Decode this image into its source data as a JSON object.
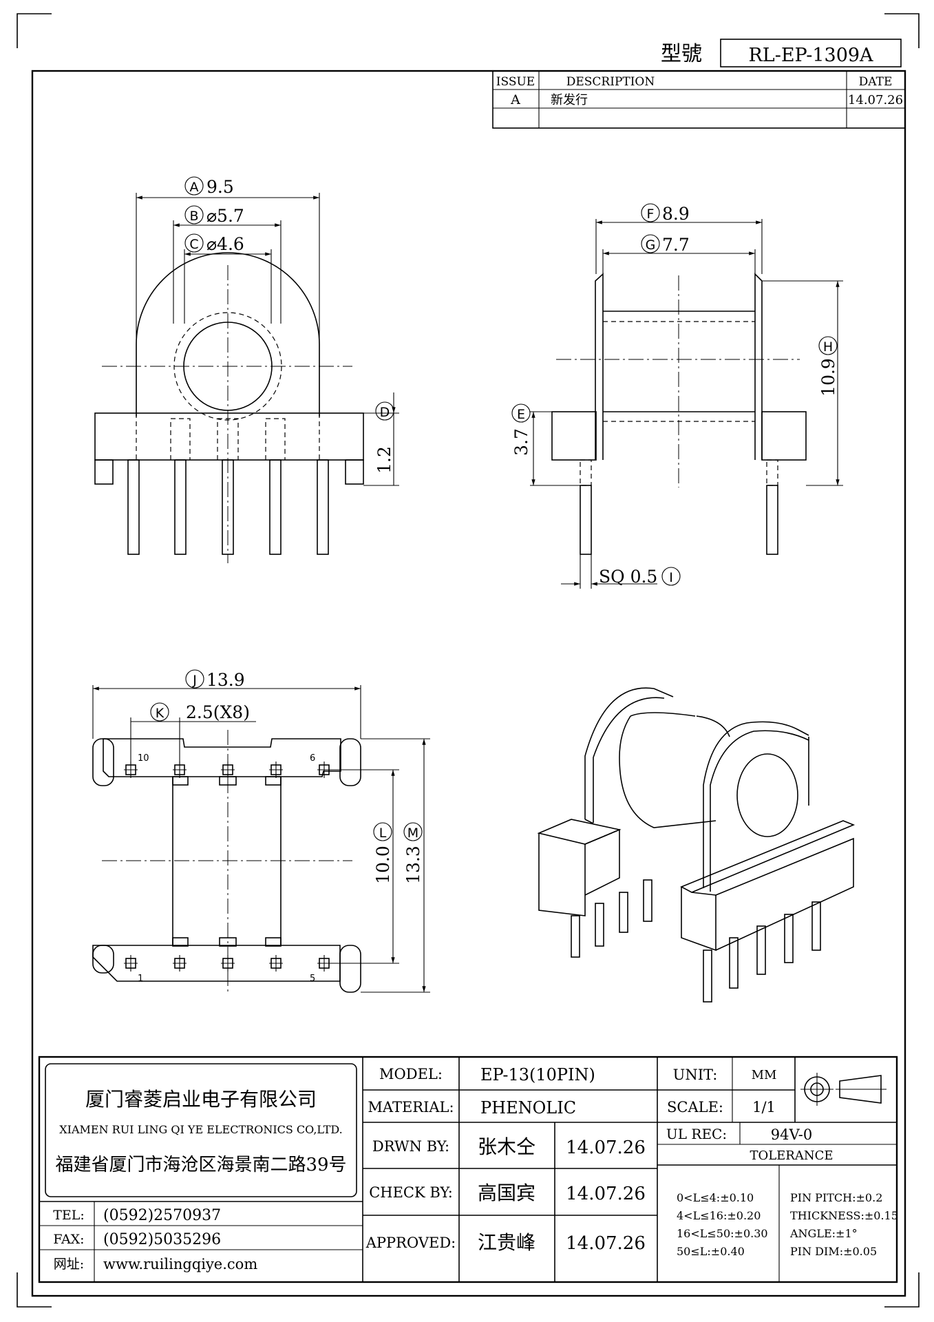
{
  "header": {
    "model_label": "型號",
    "model_no": "RL-EP-1309A",
    "rev_table": {
      "headers": [
        "ISSUE",
        "DESCRIPTION",
        "DATE"
      ],
      "rows": [
        {
          "issue": "A",
          "description": "新发行",
          "date": "14.07.26"
        }
      ]
    }
  },
  "front_view": {
    "dims": {
      "A": {
        "letter": "A",
        "value": "9.5"
      },
      "B": {
        "letter": "B",
        "value": "⌀5.7"
      },
      "C": {
        "letter": "C",
        "value": "⌀4.6"
      },
      "D": {
        "letter": "D",
        "value": "1.2"
      }
    }
  },
  "side_view": {
    "dims": {
      "F": {
        "letter": "F",
        "value": "8.9"
      },
      "G": {
        "letter": "G",
        "value": "7.7"
      },
      "H": {
        "letter": "H",
        "value": "10.9"
      },
      "E": {
        "letter": "E",
        "value": "3.7"
      },
      "I": {
        "letter": "I",
        "value": "SQ 0.5"
      }
    }
  },
  "bottom_view": {
    "dims": {
      "J": {
        "letter": "J",
        "value": "13.9"
      },
      "K": {
        "letter": "K",
        "value": "2.5(X8)"
      },
      "L": {
        "letter": "L",
        "value": "10.0"
      },
      "M": {
        "letter": "M",
        "value": "13.3"
      }
    },
    "pin_labels": {
      "p10": "10",
      "p6": "6",
      "p1": "1",
      "p5": "5"
    }
  },
  "title_block": {
    "company_cn": "厦门睿菱启业电子有限公司",
    "company_en": "XIAMEN RUI LING QI YE ELECTRONICS CO,LTD.",
    "address": "福建省厦门市海沧区海景南二路39号",
    "tel_label": "TEL:",
    "tel": "(0592)2570937",
    "fax_label": "FAX:",
    "fax": "(0592)5035296",
    "web_label": "网址:",
    "web": "www.ruilingqiye.com",
    "model_label": "MODEL:",
    "model": "EP-13(10PIN)",
    "material_label": "MATERIAL:",
    "material": "PHENOLIC",
    "drawn_label": "DRWN BY:",
    "drawn_by": "张木仝",
    "drawn_date": "14.07.26",
    "check_label": "CHECK BY:",
    "check_by": "高国宾",
    "check_date": "14.07.26",
    "approved_label": "APPROVED:",
    "approved_by": "江贵峰",
    "approved_date": "14.07.26",
    "unit_label": "UNIT:",
    "unit": "MM",
    "scale_label": "SCALE:",
    "scale": "1/1",
    "ul_label": "UL REC:",
    "ul": "94V-0",
    "tolerance_label": "TOLERANCE",
    "tolerances": [
      "0<L≤4:±0.10",
      "4<L≤16:±0.20",
      "16<L≤50:±0.30",
      "50≤L:±0.40"
    ],
    "tolerances2": [
      "PIN PITCH:±0.2",
      "THICKNESS:±0.15",
      "ANGLE:±1°",
      "PIN DIM:±0.05"
    ]
  }
}
